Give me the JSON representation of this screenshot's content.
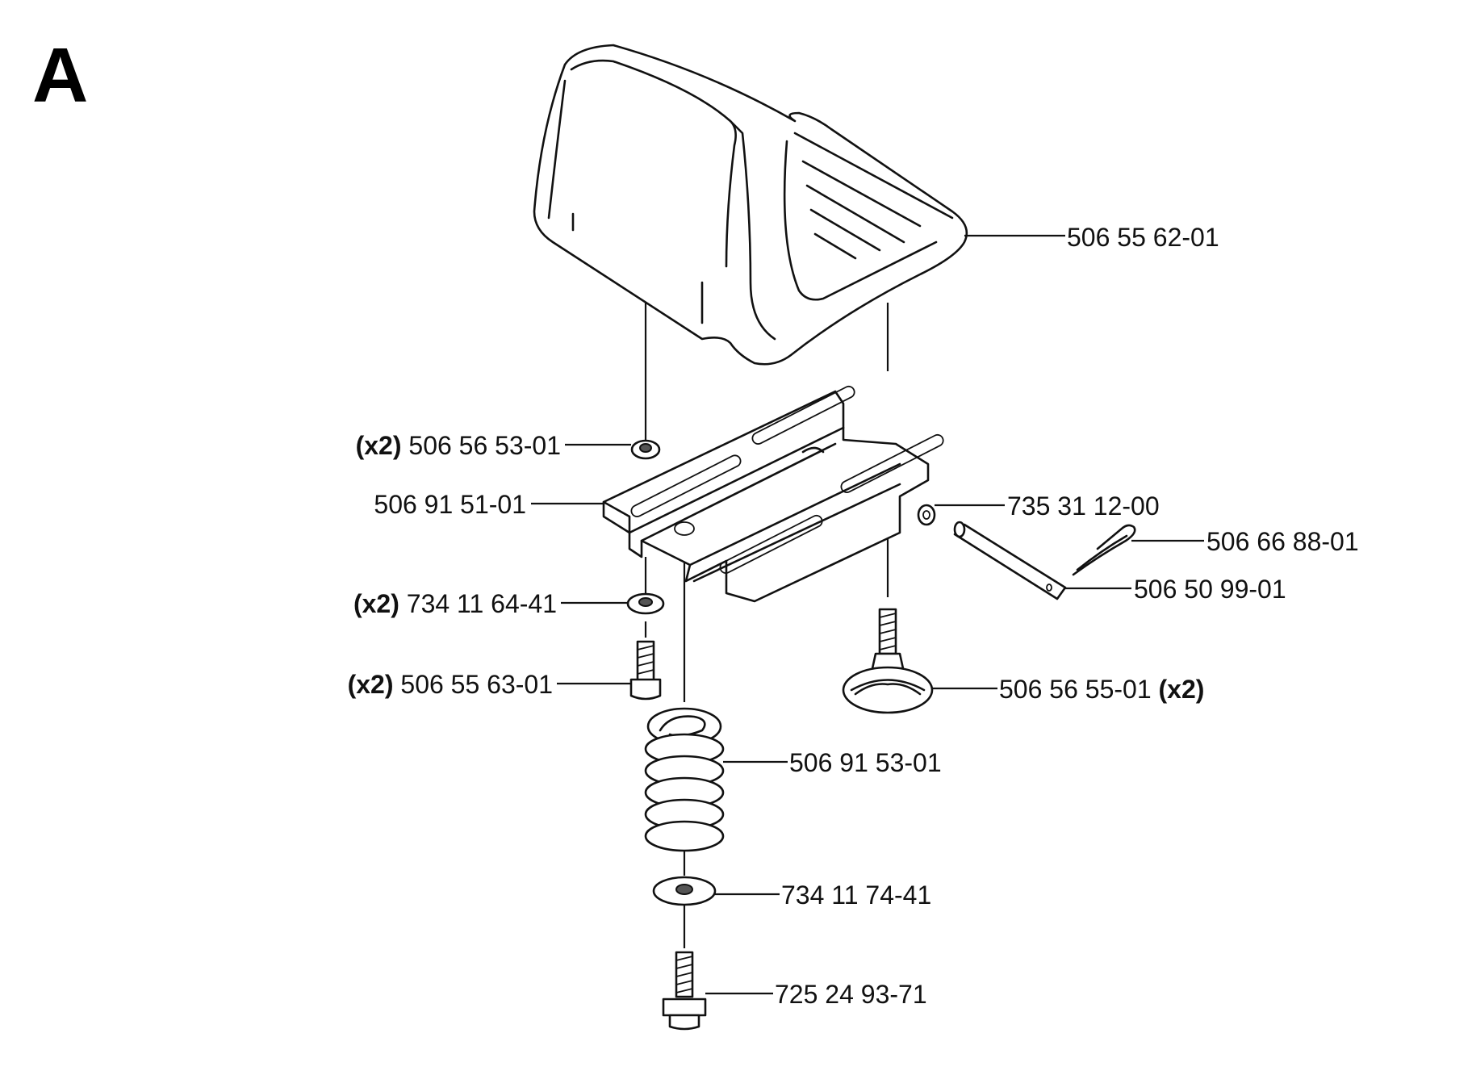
{
  "diagram": {
    "section_letter": "A",
    "parts": [
      {
        "id": "seat",
        "number": "506 55 62-01",
        "qty": ""
      },
      {
        "id": "top-nut",
        "number": "506 56 53-01",
        "qty": "(x2)"
      },
      {
        "id": "bracket",
        "number": "506 91 51-01",
        "qty": ""
      },
      {
        "id": "lock-washer",
        "number": "735 31 12-00",
        "qty": ""
      },
      {
        "id": "hair-pin",
        "number": "506 66 88-01",
        "qty": ""
      },
      {
        "id": "pivot-pin",
        "number": "506 50 99-01",
        "qty": ""
      },
      {
        "id": "washer",
        "number": "734 11 64-41",
        "qty": "(x2)"
      },
      {
        "id": "knob",
        "number": "506 56 55-01",
        "qty": "(x2)"
      },
      {
        "id": "screw",
        "number": "506 55 63-01",
        "qty": "(x2)"
      },
      {
        "id": "spring",
        "number": "506 91 53-01",
        "qty": ""
      },
      {
        "id": "spring-washer",
        "number": "734 11 74-41",
        "qty": ""
      },
      {
        "id": "bolt",
        "number": "725 24 93-71",
        "qty": ""
      }
    ]
  }
}
